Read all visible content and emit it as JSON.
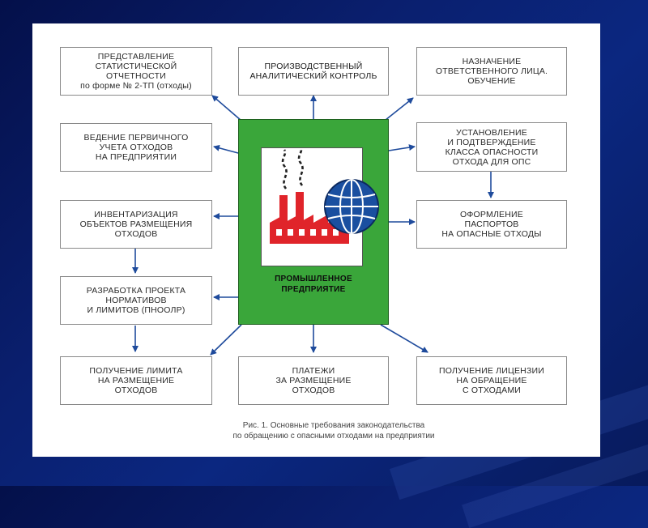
{
  "diagram": {
    "center_label": "ПРОМЫШЛЕННОЕ\nПРЕДПРИЯТИЕ",
    "left": [
      {
        "id": "l1",
        "text": "ПРЕДСТАВЛЕНИЕ\nСТАТИСТИЧЕСКОЙ\nОТЧЕТНОСТИ\nпо форме № 2-ТП (отходы)"
      },
      {
        "id": "l2",
        "text": "ВЕДЕНИЕ ПЕРВИЧНОГО\nУЧЕТА ОТХОДОВ\nНА ПРЕДПРИЯТИИ"
      },
      {
        "id": "l3",
        "text": "ИНВЕНТАРИЗАЦИЯ\nОБЪЕКТОВ РАЗМЕЩЕНИЯ\nОТХОДОВ"
      },
      {
        "id": "l4",
        "text": "РАЗРАБОТКА ПРОЕКТА\nНОРМАТИВОВ\nИ ЛИМИТОВ (ПНООЛР)"
      },
      {
        "id": "l5",
        "text": "ПОЛУЧЕНИЕ ЛИМИТА\nНА РАЗМЕЩЕНИЕ\nОТХОДОВ"
      }
    ],
    "top_center": {
      "id": "t1",
      "text": "ПРОИЗВОДСТВЕННЫЙ\nАНАЛИТИЧЕСКИЙ КОНТРОЛЬ"
    },
    "bottom_center": {
      "id": "b1",
      "text": "ПЛАТЕЖИ\nЗА РАЗМЕЩЕНИЕ\nОТХОДОВ"
    },
    "right": [
      {
        "id": "r1",
        "text": "НАЗНАЧЕНИЕ\nОТВЕТСТВЕННОГО ЛИЦА.\nОБУЧЕНИЕ"
      },
      {
        "id": "r2",
        "text": "УСТАНОВЛЕНИЕ\nИ ПОДТВЕРЖДЕНИЕ\nКЛАССА ОПАСНОСТИ\nОТХОДА ДЛЯ ОПС"
      },
      {
        "id": "r3",
        "text": "ОФОРМЛЕНИЕ\nПАСПОРТОВ\nНА ОПАСНЫЕ ОТХОДЫ"
      },
      {
        "id": "r4",
        "text": "ПОЛУЧЕНИЕ ЛИЦЕНЗИИ\nНА ОБРАЩЕНИЕ\nС ОТХОДАМИ"
      }
    ],
    "caption": "Рис. 1. Основные требования законодательства\nпо обращению с опасными отходами на предприятии",
    "colors": {
      "enterprise": "#3aa63a",
      "factory": "#e0242a",
      "globe": "#1a4fa0",
      "arrow": "#1f4b9c"
    },
    "icons": [
      "factory-icon",
      "smoke-icon",
      "globe-icon"
    ]
  }
}
